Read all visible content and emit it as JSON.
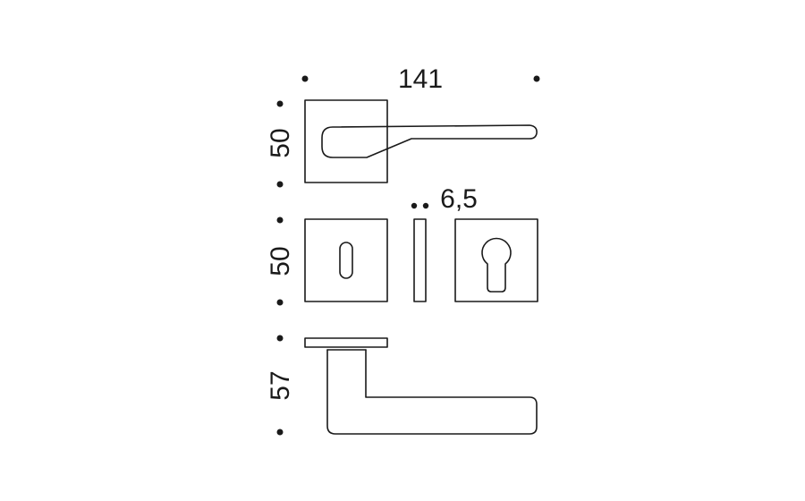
{
  "dimensions": {
    "width_label": "141",
    "handle_height_label": "50",
    "rose_height_label": "50",
    "escutcheon_thickness_label": "6,5",
    "projection_label": "57"
  },
  "colors": {
    "line": "#1a1a1a",
    "background": "#ffffff"
  }
}
